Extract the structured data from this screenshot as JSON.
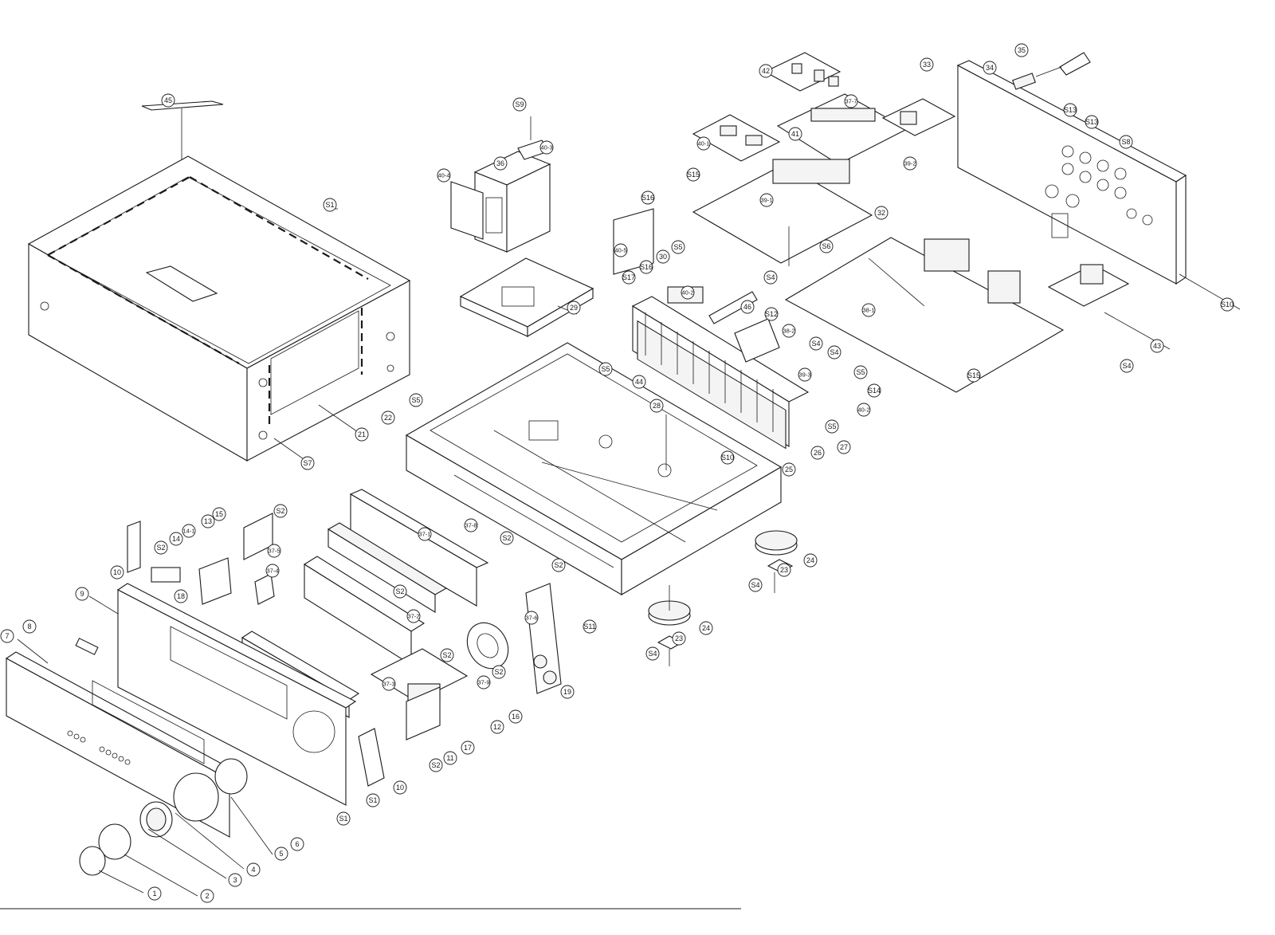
{
  "colors": {
    "line": "#1a1a1a",
    "background": "#ffffff"
  },
  "callouts": [
    {
      "id": "c45",
      "label": "45"
    },
    {
      "id": "c51a",
      "label": "S1"
    },
    {
      "id": "c21",
      "label": "21"
    },
    {
      "id": "c57",
      "label": "S7"
    },
    {
      "id": "c59",
      "label": "S9"
    },
    {
      "id": "c40_3",
      "label": "40-3"
    },
    {
      "id": "c36",
      "label": "36"
    },
    {
      "id": "c40_4",
      "label": "40-4"
    },
    {
      "id": "c29",
      "label": "29"
    },
    {
      "id": "c42",
      "label": "42"
    },
    {
      "id": "c41",
      "label": "41"
    },
    {
      "id": "c40_1",
      "label": "40-1"
    },
    {
      "id": "c37_7",
      "label": "37-7"
    },
    {
      "id": "c39_2",
      "label": "39-2"
    },
    {
      "id": "c515a",
      "label": "S15"
    },
    {
      "id": "c39_1",
      "label": "39-1"
    },
    {
      "id": "c33",
      "label": "33"
    },
    {
      "id": "c34",
      "label": "34"
    },
    {
      "id": "c35",
      "label": "35"
    },
    {
      "id": "c513a",
      "label": "S13"
    },
    {
      "id": "c513b",
      "label": "S13"
    },
    {
      "id": "c58",
      "label": "S8"
    },
    {
      "id": "c516a",
      "label": "S16"
    },
    {
      "id": "c40_5",
      "label": "40-5"
    },
    {
      "id": "c55a",
      "label": "S5"
    },
    {
      "id": "c30",
      "label": "30"
    },
    {
      "id": "c516b",
      "label": "S16"
    },
    {
      "id": "c517",
      "label": "S17"
    },
    {
      "id": "c40_2a",
      "label": "40-2"
    },
    {
      "id": "c46",
      "label": "46"
    },
    {
      "id": "c512",
      "label": "S12"
    },
    {
      "id": "c38_2",
      "label": "38-2"
    },
    {
      "id": "c32",
      "label": "32"
    },
    {
      "id": "c56",
      "label": "S6"
    },
    {
      "id": "c54a",
      "label": "S4"
    },
    {
      "id": "c38_1",
      "label": "38-1"
    },
    {
      "id": "c43",
      "label": "43"
    },
    {
      "id": "c510a",
      "label": "S10"
    },
    {
      "id": "c54b",
      "label": "S4"
    },
    {
      "id": "c54c",
      "label": "S4"
    },
    {
      "id": "c54d",
      "label": "S4"
    },
    {
      "id": "c39_3",
      "label": "39-3"
    },
    {
      "id": "c55b",
      "label": "S5"
    },
    {
      "id": "c514",
      "label": "S14"
    },
    {
      "id": "c40_2b",
      "label": "40-2"
    },
    {
      "id": "c515b",
      "label": "S15"
    },
    {
      "id": "c55c",
      "label": "S5"
    },
    {
      "id": "c27",
      "label": "27"
    },
    {
      "id": "c26",
      "label": "26"
    },
    {
      "id": "c55d",
      "label": "S5"
    },
    {
      "id": "c55e",
      "label": "S5"
    },
    {
      "id": "c44",
      "label": "44"
    },
    {
      "id": "c28",
      "label": "28"
    },
    {
      "id": "c22",
      "label": "22"
    },
    {
      "id": "c510b",
      "label": "S10"
    },
    {
      "id": "c25",
      "label": "25"
    },
    {
      "id": "c24a",
      "label": "24"
    },
    {
      "id": "c23a",
      "label": "23"
    },
    {
      "id": "c54e",
      "label": "S4"
    },
    {
      "id": "c24b",
      "label": "24"
    },
    {
      "id": "c23b",
      "label": "23"
    },
    {
      "id": "c54f",
      "label": "S4"
    },
    {
      "id": "c52a",
      "label": "S2"
    },
    {
      "id": "c37_5",
      "label": "37-5"
    },
    {
      "id": "c15",
      "label": "15"
    },
    {
      "id": "c13",
      "label": "13"
    },
    {
      "id": "c14_1",
      "label": "14-1"
    },
    {
      "id": "c14",
      "label": "14"
    },
    {
      "id": "c52b",
      "label": "S2"
    },
    {
      "id": "c10a",
      "label": "10"
    },
    {
      "id": "c18",
      "label": "18"
    },
    {
      "id": "c37_4",
      "label": "37-4"
    },
    {
      "id": "c37_1",
      "label": "37-1"
    },
    {
      "id": "c37_8",
      "label": "37-8"
    },
    {
      "id": "c52c",
      "label": "S2"
    },
    {
      "id": "c52d",
      "label": "S2"
    },
    {
      "id": "c37_2",
      "label": "37-2"
    },
    {
      "id": "c52e",
      "label": "S2"
    },
    {
      "id": "c37_6",
      "label": "37-6"
    },
    {
      "id": "c511",
      "label": "S11"
    },
    {
      "id": "c9",
      "label": "9"
    },
    {
      "id": "c8",
      "label": "8"
    },
    {
      "id": "c7",
      "label": "7"
    },
    {
      "id": "c19",
      "label": "19"
    },
    {
      "id": "c52f",
      "label": "S2"
    },
    {
      "id": "c37_3",
      "label": "37-3"
    },
    {
      "id": "c52g",
      "label": "S2"
    },
    {
      "id": "c37_9",
      "label": "37-9"
    },
    {
      "id": "c16",
      "label": "16"
    },
    {
      "id": "c12",
      "label": "12"
    },
    {
      "id": "c17",
      "label": "17"
    },
    {
      "id": "c11",
      "label": "11"
    },
    {
      "id": "c52h",
      "label": "S2"
    },
    {
      "id": "c10b",
      "label": "10"
    },
    {
      "id": "c51b",
      "label": "S1"
    },
    {
      "id": "c51c",
      "label": "S1"
    },
    {
      "id": "c6",
      "label": "6"
    },
    {
      "id": "c5",
      "label": "5"
    },
    {
      "id": "c4",
      "label": "4"
    },
    {
      "id": "c3",
      "label": "3"
    },
    {
      "id": "c2",
      "label": "2"
    },
    {
      "id": "c1",
      "label": "1"
    }
  ]
}
